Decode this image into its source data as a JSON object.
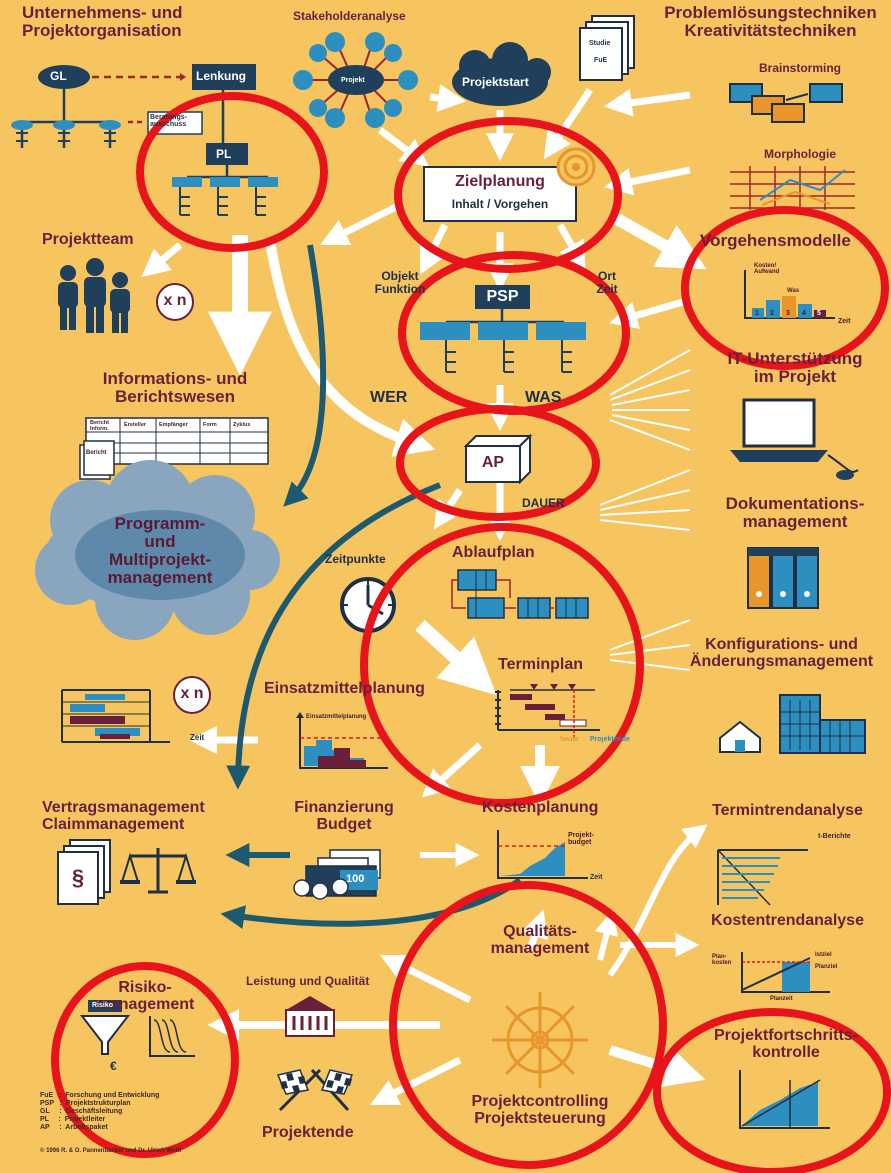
{
  "accent_colors": {
    "background": "#f6c560",
    "text": "#6a1f3a",
    "arrow": "#ffffff",
    "circle": "#e8141c",
    "blue": "#2c8fc0",
    "navy": "#1f3f5a"
  },
  "top": {
    "org": "Unternehmens- und\nProjektorganisation",
    "stakeholder": "Stakeholderanalyse",
    "projekt": "Projekt",
    "projektstart": "Projektstart",
    "studie": "Studie",
    "fue": "FuE",
    "problem": "Problemlösungstechniken\nKreativitätstechniken",
    "brainstorming": "Brainstorming",
    "morphologie": "Morphologie"
  },
  "org_chart": {
    "gl": "GL",
    "lenkung": "Lenkung",
    "beratung": "Beratungs-\nausschuss",
    "pl": "PL"
  },
  "center": {
    "ziel_title": "Zielplanung",
    "ziel_sub": "Inhalt / Vorgehen",
    "objekt": "Objekt\nFunktion",
    "ort": "Ort\nZeit",
    "psp": "PSP",
    "wer": "WER",
    "was": "WAS",
    "ap": "AP",
    "dauer": "DAUER",
    "zeitpunkte": "Zeitpunkte",
    "ablaufplan": "Ablaufplan",
    "terminplan": "Terminplan",
    "heute": "heute",
    "projektende_small": "Projektende",
    "kostenplanung": "Kostenplanung",
    "projektbudget": "Projekt-\nbudget",
    "zeit": "Zeit"
  },
  "left": {
    "projektteam": "Projektteam",
    "xn": "x n",
    "info": "Informations- und\nBerichtswesen",
    "table_headers": [
      "Bericht\nInform.",
      "Ersteller",
      "Empfänger",
      "Form",
      "Zyklus"
    ],
    "bericht": "Bericht",
    "programm": "Programm-\nund\nMultiprojekt-\nmanagement",
    "zeit": "Zeit",
    "einsatzmittel": "Einsatzmittelplanung",
    "einsatzmittel_small": "Einsatzmittelplanung",
    "vertrag": "Vertragsmanagement\nClaimmanagement",
    "paragraph": "§",
    "finanzierung": "Finanzierung\nBudget",
    "geld": "100",
    "risiko_title": "Risiko-\nmanagement",
    "risiko": "Risiko",
    "euro": "€",
    "leistung": "Leistung und Qualität",
    "projektende": "Projektende",
    "abbr": "FuE   :  Forschung und Entwicklung\nPSP   :  Projektstrukturplan\nGL     :  Geschäftsleitung\nPL     :  Projektleiter\nAP     :  Arbeitspaket",
    "copyright": "© 1996 R. & O. Pannenbäcker und Dr. Ulrich Wolff"
  },
  "right": {
    "vorgehen": "Vorgehensmodelle",
    "kosten_aufwand": "Kosten/\nAufwand",
    "was_small": "Was",
    "phases": [
      "1",
      "2",
      "3",
      "4",
      "5"
    ],
    "zeit": "Zeit",
    "it": "IT-Unterstützung\nim Projekt",
    "doku": "Dokumentations-\nmanagement",
    "konfig": "Konfigurations- und\nÄnderungsmanagement",
    "termintrend": "Termintrendanalyse",
    "t_berichte": "t-Berichte",
    "kostentrend": "Kostentrendanalyse",
    "plankosten": "Plan-\nkosten",
    "istziel": "Istziel",
    "planziel": "Planziel",
    "planzeit": "Planzeit",
    "fortschritt": "Projektfortschritts-\nkontrolle"
  },
  "bottom_center": {
    "qualitaet": "Qualitäts-\nmanagement",
    "controlling": "Projektcontrolling\nProjektsteuerung"
  }
}
